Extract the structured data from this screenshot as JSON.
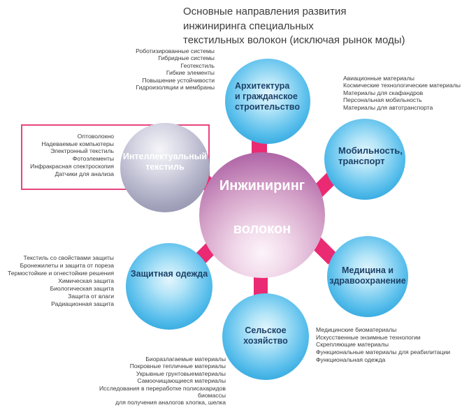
{
  "title": {
    "lines": [
      "Основные направления развития",
      "инжиниринга специальных",
      "текстильных волокон (исключая рынок моды)"
    ]
  },
  "center_node": {
    "label_lines": [
      "Инжиниринг",
      "волокон"
    ]
  },
  "nodes": {
    "architecture": {
      "label_lines": [
        "Архитектура",
        "и гражданское",
        "строительство"
      ],
      "items": [
        "Роботизированные системы",
        "Гибридные системы",
        "Геотекстиль",
        "Гибкие элементы",
        "Повышение устойчивости",
        "Гидроизоляции и мембраны"
      ]
    },
    "mobility": {
      "label_lines": [
        "Мобильность,",
        "транспорт"
      ],
      "items": [
        "Авиационные материалы",
        "Космические технологические материалы",
        "Материалы для скафандров",
        "Персональная мобильность",
        "Материалы для автотранспорта"
      ]
    },
    "medicine": {
      "label_lines": [
        "Медицина и",
        "здравоохранение"
      ],
      "items": [
        "Медицинские биоматериалы",
        "Искусственные энзимные технологии",
        "Скрепляющие материалы",
        "Функциональные материалы для реабилитации",
        "Функциональная одежда"
      ]
    },
    "agriculture": {
      "label_lines": [
        "Сельское",
        "хозяйство"
      ],
      "items": [
        "Биоразлагаемые материалы",
        "Покровные тепличные материалы",
        "Укрывные грунтовыематериалы",
        "Самоочищающиеся материалы",
        "Исследования в переработке полисахаридов",
        "биомассы",
        "для получения аналогов хлопка, шелка"
      ]
    },
    "protective": {
      "label_lines": [
        "Защитная одежда"
      ],
      "items": [
        "Текстиль со свойствами защиты",
        "Бронежилеты и защита от пореза",
        "Термостойкие и огнестойкие решения",
        "Химическая защита",
        "Биологическая защита",
        "Защита от влаги",
        "Радиационная защита"
      ]
    },
    "intellectual": {
      "label_lines": [
        "Интеллектуальный",
        "текстиль"
      ],
      "items": [
        "Оптоволокно",
        "Надеваемые компьютеры",
        "Электронный текстиль",
        "Фотоэлементы",
        "Инфракрасная спектроскопия",
        "Датчики для анализа"
      ]
    }
  },
  "colors": {
    "node_blue": "#29a8e0",
    "node_grey": "#8d8da8",
    "center_pink": "#a2539a",
    "spoke_pink": "#ea2a72",
    "highlight_box_border": "#e8457f",
    "label_navy": "#1b4168"
  }
}
